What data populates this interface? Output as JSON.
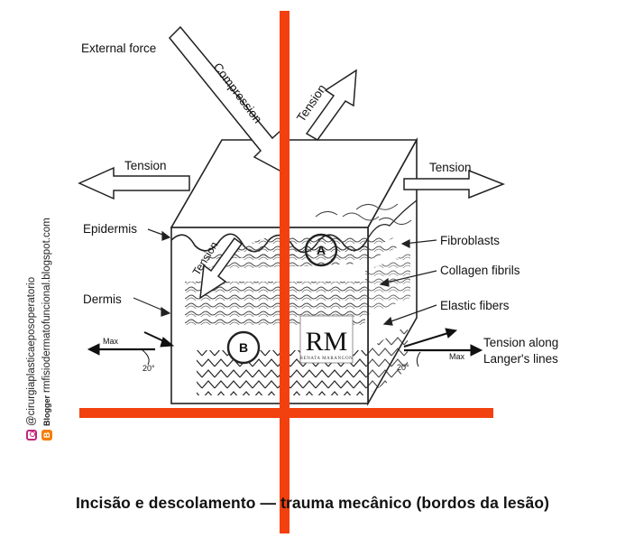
{
  "labels": {
    "external_force": "External force",
    "compression": "Compression",
    "tension_top_right": "Tension",
    "tension_left": "Tension",
    "tension_right": "Tension",
    "tension_inner": "Tension",
    "epidermis": "Epidermis",
    "dermis": "Dermis",
    "fibroblasts": "Fibroblasts",
    "collagen": "Collagen fibrils",
    "elastic": "Elastic fibers",
    "tension_along_1": "Tension along",
    "tension_along_2": "Langer's lines",
    "max_left": "Max",
    "deg_left": "20°",
    "max_right": "Max",
    "deg_right": "20°",
    "marker_a": "A",
    "marker_b": "B"
  },
  "logo": {
    "initials": "RM",
    "name": "RENATA MARANGON"
  },
  "social": {
    "instagram_handle": "@cirurgiaplasticaeposoperatorio",
    "blogger_word": "Blogger",
    "blog_url": "rmfisiodermatofuncional.blogspot.com"
  },
  "caption": "Incisão e descolamento — trauma mecânico (bordos da lesão)",
  "colors": {
    "incision_lines": "#f2400f",
    "line_art": "#222222"
  }
}
